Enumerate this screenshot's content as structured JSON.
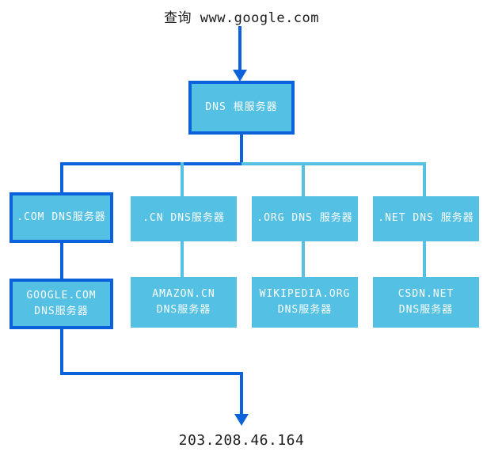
{
  "colors": {
    "path_highlight_blue": "#0c62da",
    "node_fill_blue": "#53c0e4",
    "node_text": "#ffffff",
    "label_text": "#1b1b1b"
  },
  "query": {
    "label": "查询 www.google.com"
  },
  "root_server": {
    "label": "DNS 根服务器"
  },
  "tld_servers": [
    {
      "label": ".COM DNS服务器",
      "highlighted": true
    },
    {
      "label": ".CN DNS服务器",
      "highlighted": false
    },
    {
      "label": ".ORG DNS 服务器",
      "highlighted": false
    },
    {
      "label": ".NET DNS 服务器",
      "highlighted": false
    }
  ],
  "authoritative_servers": [
    {
      "line1": "GOOGLE.COM",
      "line2": "DNS服务器",
      "highlighted": true
    },
    {
      "line1": "AMAZON.CN",
      "line2": "DNS服务器",
      "highlighted": false
    },
    {
      "line1": "WIKIPEDIA.ORG",
      "line2": "DNS服务器",
      "highlighted": false
    },
    {
      "line1": "CSDN.NET",
      "line2": "DNS服务器",
      "highlighted": false
    }
  ],
  "result": {
    "ip": "203.208.46.164"
  }
}
